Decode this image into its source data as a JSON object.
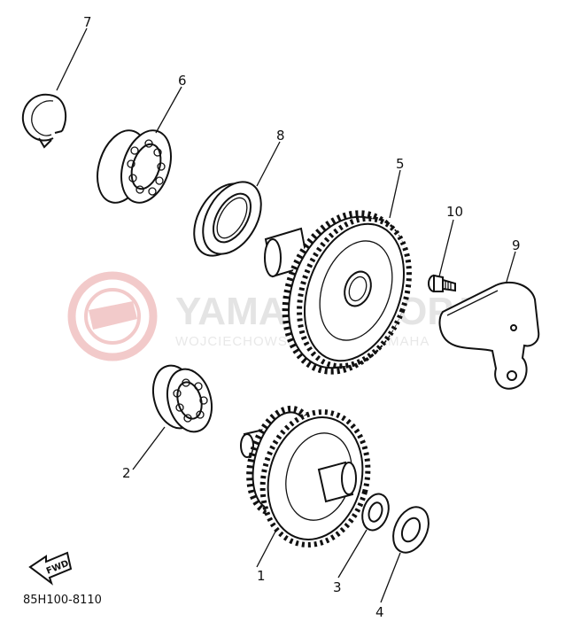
{
  "diagram": {
    "part_numbers": [
      "1",
      "2",
      "3",
      "4",
      "5",
      "6",
      "7",
      "8",
      "9",
      "10"
    ],
    "direction_marker": "FWD",
    "diagram_code": "85H100-8110"
  },
  "watermark": {
    "logo": "YAMAHASHOP.PL",
    "subtitle": "WOJCIECHOWSKI DEALER YAMAHA",
    "color": "#e8a0a0"
  }
}
